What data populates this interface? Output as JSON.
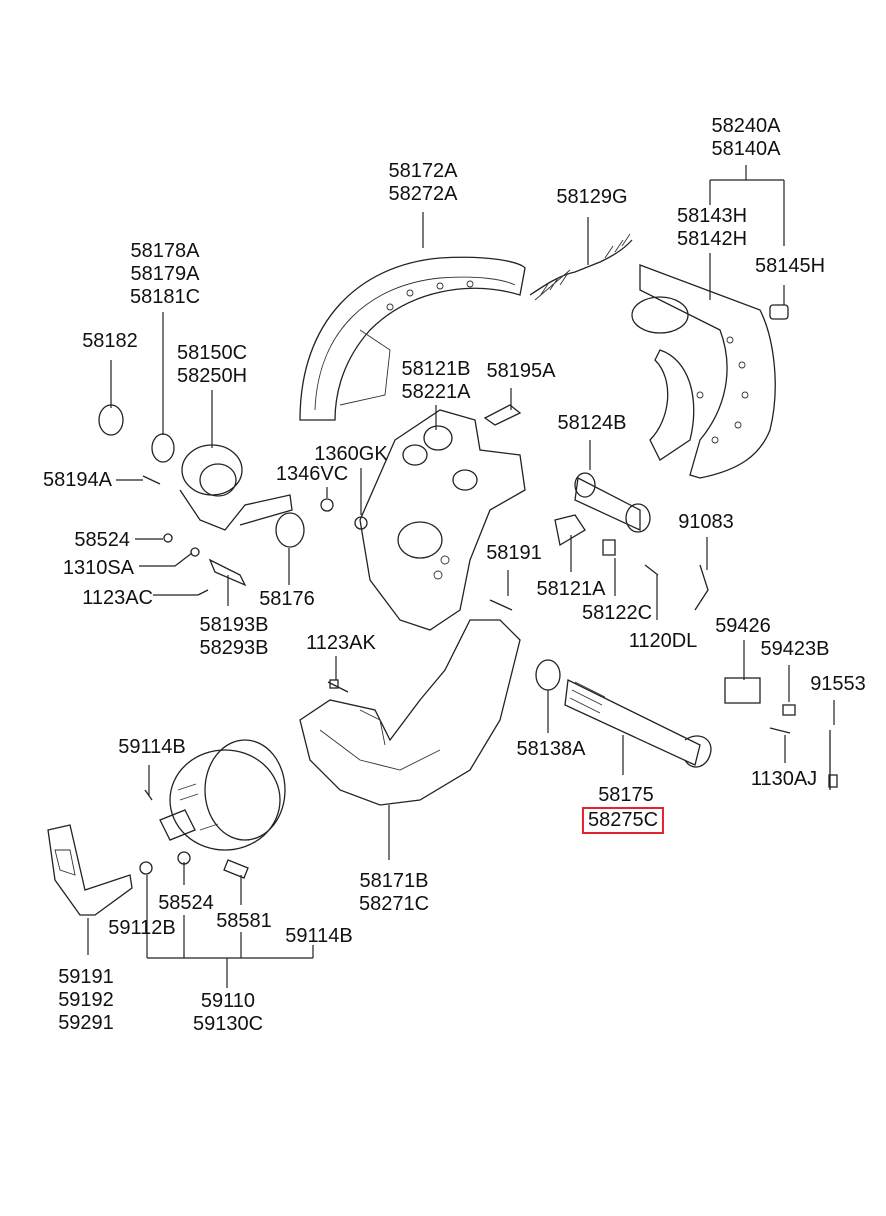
{
  "diagram": {
    "title": "Rear brake assembly parts diagram",
    "highlight_color": "#e0262b",
    "highlighted_part": "58275C",
    "callouts": [
      {
        "id": "c-58240A",
        "lines": [
          "58240A",
          "58140A"
        ]
      },
      {
        "id": "c-58172A",
        "lines": [
          "58172A",
          "58272A"
        ]
      },
      {
        "id": "c-58129G",
        "lines": [
          "58129G"
        ]
      },
      {
        "id": "c-58143H",
        "lines": [
          "58143H",
          "58142H"
        ]
      },
      {
        "id": "c-58145H",
        "lines": [
          "58145H"
        ]
      },
      {
        "id": "c-58178A",
        "lines": [
          "58178A",
          "58179A",
          "58181C"
        ]
      },
      {
        "id": "c-58182",
        "lines": [
          "58182"
        ]
      },
      {
        "id": "c-58150C",
        "lines": [
          "58150C",
          "58250H"
        ]
      },
      {
        "id": "c-58121B",
        "lines": [
          "58121B",
          "58221A"
        ]
      },
      {
        "id": "c-58195A",
        "lines": [
          "58195A"
        ]
      },
      {
        "id": "c-58124B",
        "lines": [
          "58124B"
        ]
      },
      {
        "id": "c-1360GK",
        "lines": [
          "1360GK"
        ]
      },
      {
        "id": "c-1346VC",
        "lines": [
          "1346VC"
        ]
      },
      {
        "id": "c-58194A",
        "lines": [
          "58194A"
        ]
      },
      {
        "id": "c-58524a",
        "lines": [
          "58524"
        ]
      },
      {
        "id": "c-1310SA",
        "lines": [
          "1310SA"
        ]
      },
      {
        "id": "c-1123AC",
        "lines": [
          "1123AC"
        ]
      },
      {
        "id": "c-58176",
        "lines": [
          "58176"
        ]
      },
      {
        "id": "c-58193B",
        "lines": [
          "58193B",
          "58293B"
        ]
      },
      {
        "id": "c-58191",
        "lines": [
          "58191"
        ]
      },
      {
        "id": "c-58121A",
        "lines": [
          "58121A"
        ]
      },
      {
        "id": "c-58122C",
        "lines": [
          "58122C"
        ]
      },
      {
        "id": "c-91083",
        "lines": [
          "91083"
        ]
      },
      {
        "id": "c-1120DL",
        "lines": [
          "1120DL"
        ]
      },
      {
        "id": "c-1123AK",
        "lines": [
          "1123AK"
        ]
      },
      {
        "id": "c-59426",
        "lines": [
          "59426"
        ]
      },
      {
        "id": "c-59423B",
        "lines": [
          "59423B"
        ]
      },
      {
        "id": "c-91553",
        "lines": [
          "91553"
        ]
      },
      {
        "id": "c-58138A",
        "lines": [
          "58138A"
        ]
      },
      {
        "id": "c-1130AJ",
        "lines": [
          "1130AJ"
        ]
      },
      {
        "id": "c-58175",
        "lines": [
          "58175",
          "58275C"
        ]
      },
      {
        "id": "c-59114B-top",
        "lines": [
          "59114B"
        ]
      },
      {
        "id": "c-58171B",
        "lines": [
          "58171B",
          "58271C"
        ]
      },
      {
        "id": "c-58524b",
        "lines": [
          "58524"
        ]
      },
      {
        "id": "c-58581",
        "lines": [
          "58581"
        ]
      },
      {
        "id": "c-59112B",
        "lines": [
          "59112B"
        ]
      },
      {
        "id": "c-59114B-bot",
        "lines": [
          "59114B"
        ]
      },
      {
        "id": "c-59191",
        "lines": [
          "59191",
          "59192",
          "59291"
        ]
      },
      {
        "id": "c-59110",
        "lines": [
          "59110",
          "59130C"
        ]
      }
    ]
  }
}
